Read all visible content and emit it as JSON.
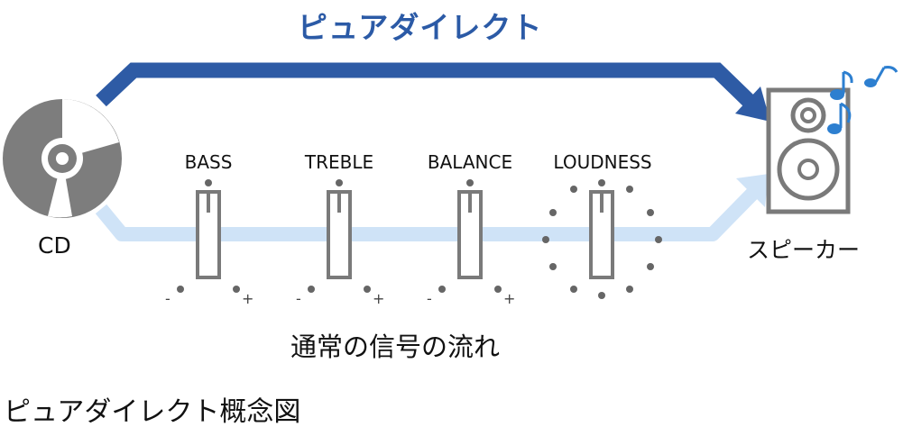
{
  "title": "ピュアダイレクト",
  "source_label": "CD",
  "output_label": "スピーカー",
  "normal_path_label": "通常の信号の流れ",
  "caption": "ピュアダイレクト概念図",
  "controls": [
    {
      "label": "BASS"
    },
    {
      "label": "TREBLE"
    },
    {
      "label": "BALANCE"
    },
    {
      "label": "LOUDNESS"
    }
  ],
  "minus_symbol": "-",
  "plus_symbol": "+",
  "colors": {
    "pure_arrow": "#2e5ba5",
    "normal_arrow": "#cfe3f7",
    "device_gray": "#7a7a7a",
    "music_note": "#2d7fd0"
  },
  "icons": [
    "cd-icon",
    "speaker-icon",
    "music-note-icon"
  ]
}
